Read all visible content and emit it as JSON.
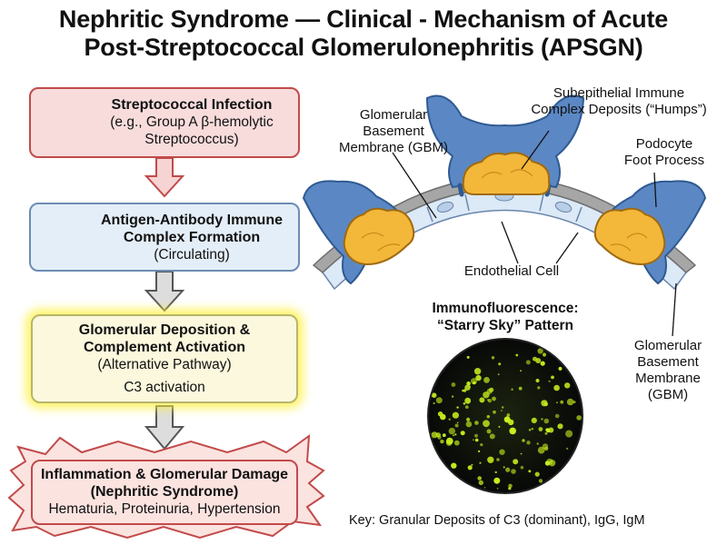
{
  "title": {
    "line1": "Nephritic Syndrome — Clinical - Mechanism of Acute",
    "line2": "Post-Streptococcal Glomerulonephritis (APSGN)"
  },
  "flow": {
    "step1": {
      "heading": "Streptococcal Infection",
      "line2": "(e.g., Group A β-hemolytic",
      "line3": "Streptococcus)"
    },
    "step2": {
      "heading1": "Antigen-Antibody Immune",
      "heading2": "Complex Formation",
      "line3": "(Circulating)"
    },
    "step3": {
      "heading1": "Glomerular Deposition &",
      "heading2": "Complement Activation",
      "line3": "(Alternative Pathway)",
      "highlight": "C3 activation"
    },
    "step4": {
      "heading1": "Inflammation & Glomerular Damage",
      "heading2": "(Nephritic Syndrome)",
      "line3": "Hematuria, Proteinuria, Hypertension"
    }
  },
  "diagram_labels": {
    "gbm_top": [
      "Glomerular",
      "Basement",
      "Membrane (GBM)"
    ],
    "humps": [
      "Subepithelial Immune",
      "Complex Deposits (“Humps”)"
    ],
    "podocyte": [
      "Podocyte",
      "Foot Process"
    ],
    "endothelial": "Endothelial Cell",
    "gbm_bottom": [
      "Glomerular",
      "Basement",
      "Membrane",
      "(GBM)"
    ]
  },
  "immunofluorescence": {
    "title1": "Immunofluorescence:",
    "title2": "“Starry Sky” Pattern"
  },
  "key": "Key: Granular Deposits of C3 (dominant), IgG, IgM",
  "colors": {
    "podocyte": "#5b88c4",
    "deposit": "#f3b73a",
    "gbm": "#9a9a9a",
    "endothelium": "#dce9f6",
    "fluorescence": "#c8f01e",
    "box_red_border": "#c24a4a",
    "box_blue_border": "#6c8cb3",
    "highlight_glow": "#fff03c"
  }
}
